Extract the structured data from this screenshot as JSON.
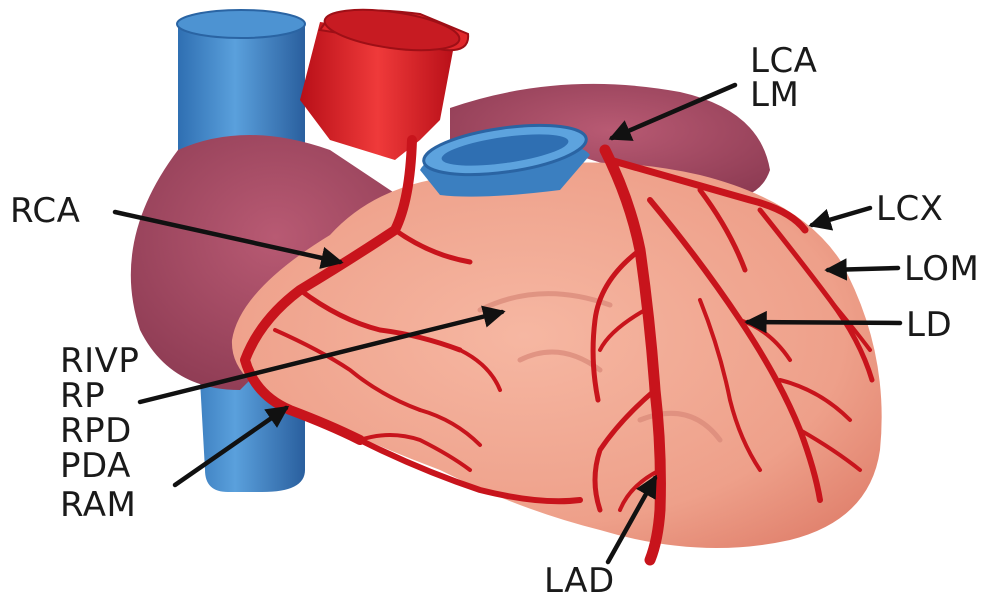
{
  "diagram": {
    "colors": {
      "vena_cava": "#3f86c8",
      "vena_cava_dark": "#2a64a3",
      "aorta": "#d4151d",
      "artery": "#c8141c",
      "ventricle": "#f0a791",
      "atrium": "#a24a64",
      "background": "#ffffff"
    },
    "labels": {
      "lca": "LCA",
      "lm": "LM",
      "rca": "RCA",
      "lcx": "LCX",
      "lom": "LOM",
      "ld": "LD",
      "rivp": "RIVP",
      "rp": "RP",
      "rpd": "RPD",
      "pda": "PDA",
      "ram": "RAM",
      "lad": "LAD"
    }
  }
}
